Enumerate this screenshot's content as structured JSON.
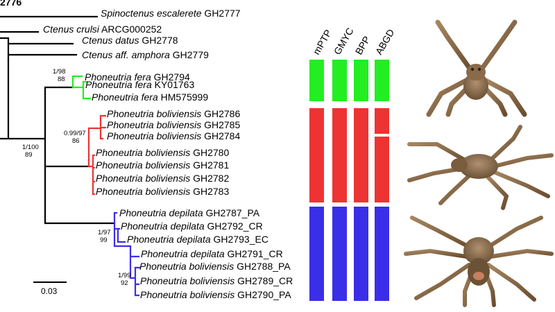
{
  "colors": {
    "fera": "#22ee22",
    "boliviensis": "#ee3333",
    "depilata": "#3a2ee8",
    "branch": "#000000",
    "separator": "#ffffff"
  },
  "top_label": "2776",
  "taxa": [
    {
      "genus_species": "Spinoctenus escalerete",
      "code": "GH2777",
      "clade": "outgroup"
    },
    {
      "genus_species": "Ctenus crulsi",
      "code": "ARCG000252",
      "clade": "outgroup"
    },
    {
      "genus_species": "Ctenus datus",
      "code": "GH2778",
      "clade": "outgroup"
    },
    {
      "genus_species": "Ctenus aff. amphora",
      "code": "GH2779",
      "clade": "outgroup"
    },
    {
      "genus_species": "Phoneutria fera",
      "code": "GH2794",
      "clade": "fera"
    },
    {
      "genus_species": "Phoneutria fera",
      "code": "KY01763",
      "clade": "fera"
    },
    {
      "genus_species": "Phoneutria fera",
      "code": "HM575999",
      "clade": "fera"
    },
    {
      "genus_species": "Phoneutria boliviensis",
      "code": "GH2786",
      "clade": "boliviensis"
    },
    {
      "genus_species": "Phoneutria boliviensis",
      "code": "GH2785",
      "clade": "boliviensis"
    },
    {
      "genus_species": "Phoneutria boliviensis",
      "code": "GH2784",
      "clade": "boliviensis"
    },
    {
      "genus_species": "Phoneutria boliviensis",
      "code": "GH2780",
      "clade": "boliviensis"
    },
    {
      "genus_species": "Phoneutria boliviensis",
      "code": "GH2781",
      "clade": "boliviensis"
    },
    {
      "genus_species": "Phoneutria boliviensis",
      "code": "GH2782",
      "clade": "boliviensis"
    },
    {
      "genus_species": "Phoneutria boliviensis",
      "code": "GH2783",
      "clade": "boliviensis"
    },
    {
      "genus_species": "Phoneutria depilata",
      "code": "GH2787_PA",
      "clade": "depilata"
    },
    {
      "genus_species": "Phoneutria depilata",
      "code": "GH2792_CR",
      "clade": "depilata"
    },
    {
      "genus_species": "Phoneutria depilata",
      "code": "GH2793_EC",
      "clade": "depilata"
    },
    {
      "genus_species": "Phoneutria depilata",
      "code": "GH2791_CR",
      "clade": "depilata"
    },
    {
      "genus_species": "Phoneutria boliviensis",
      "code": "GH2788_PA",
      "clade": "depilata"
    },
    {
      "genus_species": "Phoneutria boliviensis",
      "code": "GH2789_CR",
      "clade": "depilata"
    },
    {
      "genus_species": "Phoneutria boliviensis",
      "code": "GH2790_PA",
      "clade": "depilata"
    }
  ],
  "support_values": [
    {
      "node": "fera",
      "line1": "1/98",
      "line2": "88"
    },
    {
      "node": "boliviensis",
      "line1": "0.99/97",
      "line2": "86"
    },
    {
      "node": "boliviensis-fera",
      "line1": "1/100",
      "line2": "89"
    },
    {
      "node": "depilata",
      "line1": "1/97",
      "line2": "99"
    },
    {
      "node": "depilata-subclade",
      "line1": "1/99",
      "line2": "92"
    }
  ],
  "scale_bar": {
    "label": "0.03"
  },
  "methods": [
    "mPTP",
    "GMYC",
    "BPP",
    "ABGD"
  ],
  "delimitation": {
    "mPTP": [
      [
        "fera"
      ],
      [
        "boliviensis"
      ],
      [
        "depilata"
      ]
    ],
    "GMYC": [
      [
        "fera"
      ],
      [
        "boliviensis"
      ],
      [
        "depilata"
      ]
    ],
    "BPP": [
      [
        "fera"
      ],
      [
        "boliviensis"
      ],
      [
        "depilata"
      ]
    ],
    "ABGD": [
      [
        "fera"
      ],
      [
        "boliviensis-a",
        "boliviensis-b"
      ],
      [
        "depilata"
      ]
    ]
  },
  "photos": [
    {
      "name": "spider-photo-fera"
    },
    {
      "name": "spider-photo-boliviensis"
    },
    {
      "name": "spider-photo-depilata"
    }
  ]
}
